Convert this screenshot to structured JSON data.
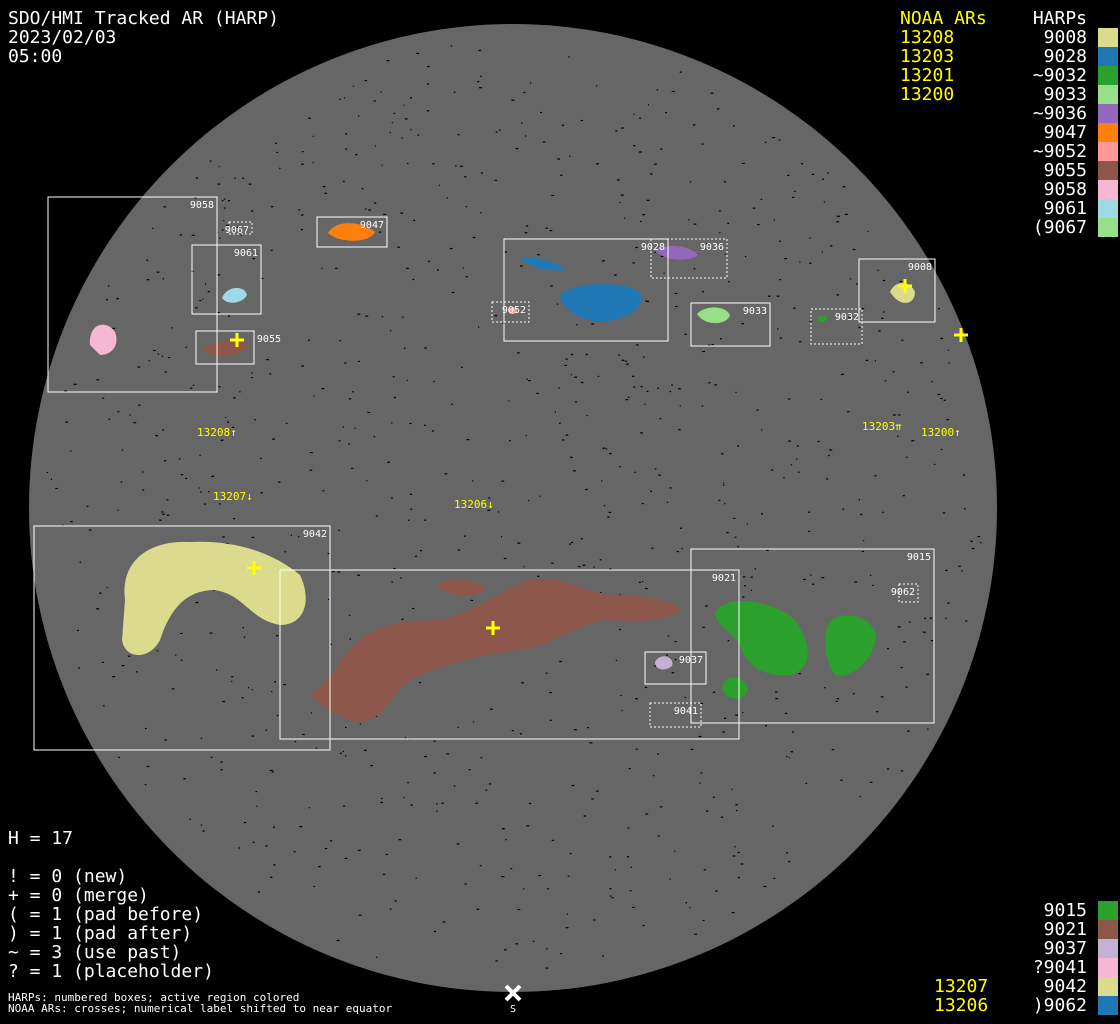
{
  "header": {
    "title": "SDO/HMI Tracked AR (HARP)",
    "date": "2023/02/03",
    "time": "05:00"
  },
  "legend_top": {
    "noaa_heading": "NOAA ARs",
    "harp_heading": "HARPs",
    "noaa": [
      "13208",
      "13203",
      "13201",
      "13200"
    ],
    "harps": [
      {
        "label": "9008",
        "color": "#dbdb8d"
      },
      {
        "label": "9028",
        "color": "#1f77b4"
      },
      {
        "label": "~9032",
        "color": "#2ca02c"
      },
      {
        "label": "9033",
        "color": "#98df8a"
      },
      {
        "label": "~9036",
        "color": "#9467bd"
      },
      {
        "label": "9047",
        "color": "#ff7f0e"
      },
      {
        "label": "~9052",
        "color": "#ff9896"
      },
      {
        "label": "9055",
        "color": "#8c564b"
      },
      {
        "label": "9058",
        "color": "#f7b6d2"
      },
      {
        "label": "9061",
        "color": "#9edae5"
      },
      {
        "label": "(9067",
        "color": "#98df8a"
      }
    ]
  },
  "legend_bottom": {
    "noaa": [
      "13207",
      "13206"
    ],
    "harps": [
      {
        "label": "9015",
        "color": "#2ca02c"
      },
      {
        "label": "9021",
        "color": "#8c564b"
      },
      {
        "label": "9037",
        "color": "#c5b0d5"
      },
      {
        "label": "?9041",
        "color": "#f7b6d2"
      },
      {
        "label": "9042",
        "color": "#dbdb8d"
      },
      {
        "label": ")9062",
        "color": "#1f77b4"
      }
    ]
  },
  "stats": {
    "h": "H = 17",
    "lines": [
      "! = 0 (new)",
      "+ = 0 (merge)",
      "( = 1 (pad before)",
      ") = 1 (pad after)",
      "~ = 3 (use past)",
      "? = 1 (placeholder)"
    ]
  },
  "notes": [
    "HARPs: numbered boxes; active region colored",
    "NOAA ARs: crosses; numerical label shifted to near equator"
  ],
  "disk": {
    "south_marker": "S",
    "harp_boxes": [
      "9058",
      "9067",
      "9061",
      "9055",
      "9047",
      "9028",
      "9036",
      "9052",
      "9033",
      "9032",
      "9008",
      "9042",
      "9021",
      "9015",
      "9062",
      "9037",
      "9041"
    ],
    "noaa_labels": [
      "13208↑",
      "13207↓",
      "13206↓",
      "13203⇈",
      "13200↑"
    ]
  },
  "colors": {
    "disk": "#666666",
    "noaa": "#ffff00",
    "box": "#ffffff"
  }
}
